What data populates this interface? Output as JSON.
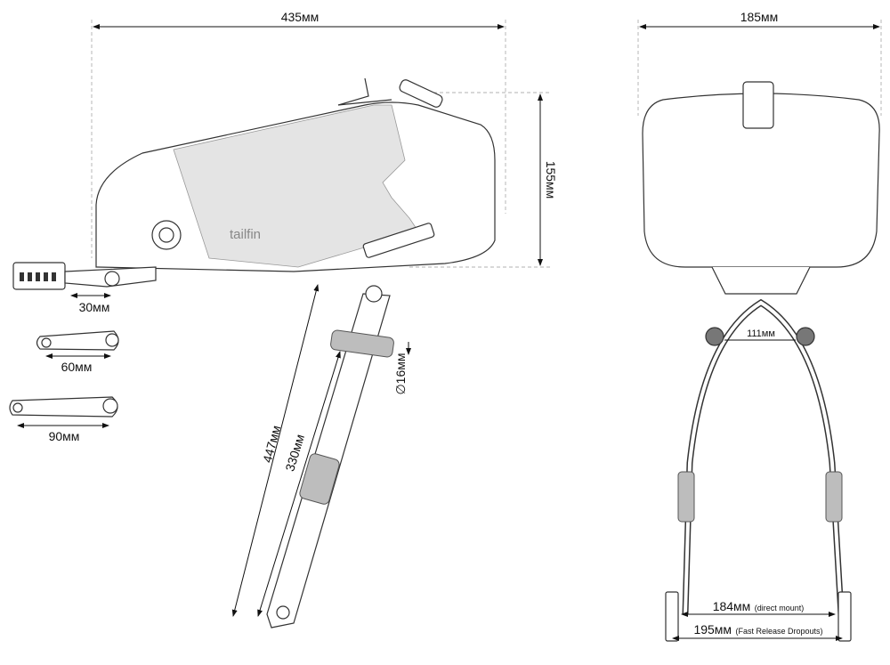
{
  "brand_logo": "tailfin",
  "side_view": {
    "length_label": "435мм",
    "height_label": "155мм",
    "clamp_offset_label": "30мм",
    "arm_60_label": "60мм",
    "arm_90_label": "90мм",
    "strut_total_label": "447мм",
    "strut_inner_label": "330мм",
    "tube_diameter_label": "∅16мм"
  },
  "rear_view": {
    "width_label": "185мм",
    "pivot_spacing_label": "111мм",
    "direct_mount_value": "184мм",
    "direct_mount_note": "(direct mount)",
    "fast_release_value": "195мм",
    "fast_release_note": "(Fast Release Dropouts)"
  },
  "colors": {
    "line": "#111111",
    "panel": "#e4e4e4",
    "grip": "#bdbdbd"
  }
}
